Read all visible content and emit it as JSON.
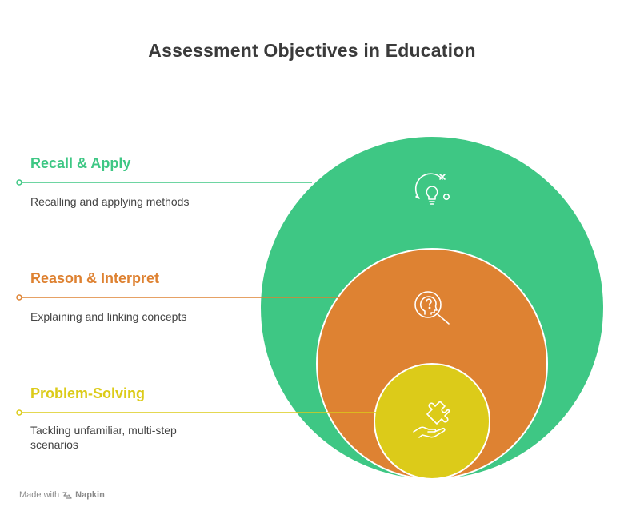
{
  "title": "Assessment Objectives in Education",
  "levels": [
    {
      "label": "Recall & Apply",
      "description": "Recalling and applying methods",
      "color": "#3ec784",
      "icon": "lightbulb-icon"
    },
    {
      "label": "Reason & Interpret",
      "description": "Explaining and linking concepts",
      "color": "#de8232",
      "icon": "head-question-search-icon"
    },
    {
      "label": "Problem-Solving",
      "description": "Tackling unfamiliar, multi-step scenarios",
      "color": "#dccb19",
      "icon": "puzzle-hand-icon"
    }
  ],
  "footer": {
    "made_with": "Made with",
    "brand": "Napkin"
  }
}
